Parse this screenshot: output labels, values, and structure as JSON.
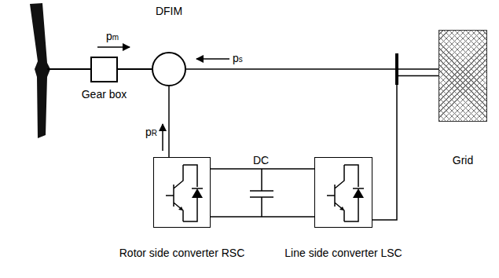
{
  "diagram": {
    "nodes": [
      {
        "text": [
          "Gear box"
        ]
      },
      {
        "text": [
          "DFIM"
        ]
      },
      {
        "text": [
          "Grid"
        ]
      },
      {
        "text": [
          "Rotor side converter RSC"
        ]
      },
      {
        "text": [
          "Line side converter LSC"
        ]
      }
    ],
    "edges": [
      {
        "from": 0,
        "to": 1,
        "arrow": "none"
      },
      {
        "from": 1,
        "to": 2,
        "arrow": "none"
      },
      {
        "from": 3,
        "to": 1,
        "arrow": "none"
      },
      {
        "from": 4,
        "to": 2,
        "arrow": "none"
      },
      {
        "from": 3,
        "to": 4,
        "arrow": "none"
      }
    ],
    "labels": [
      "pm",
      "ps",
      "pR",
      "DC"
    ]
  }
}
